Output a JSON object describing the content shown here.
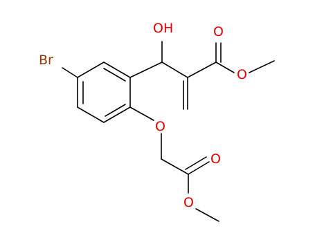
{
  "molecule": {
    "atoms": {
      "br": "Br",
      "oh": "OH",
      "o_ester1_carbonyl": "O",
      "o_ester1_methoxy": "O",
      "o_ether": "O",
      "o_ester2_carbonyl": "O",
      "o_ester2_methoxy": "O"
    },
    "colors": {
      "bond": "#000000",
      "oxygen": "#e00000",
      "bromine": "#993300"
    }
  }
}
